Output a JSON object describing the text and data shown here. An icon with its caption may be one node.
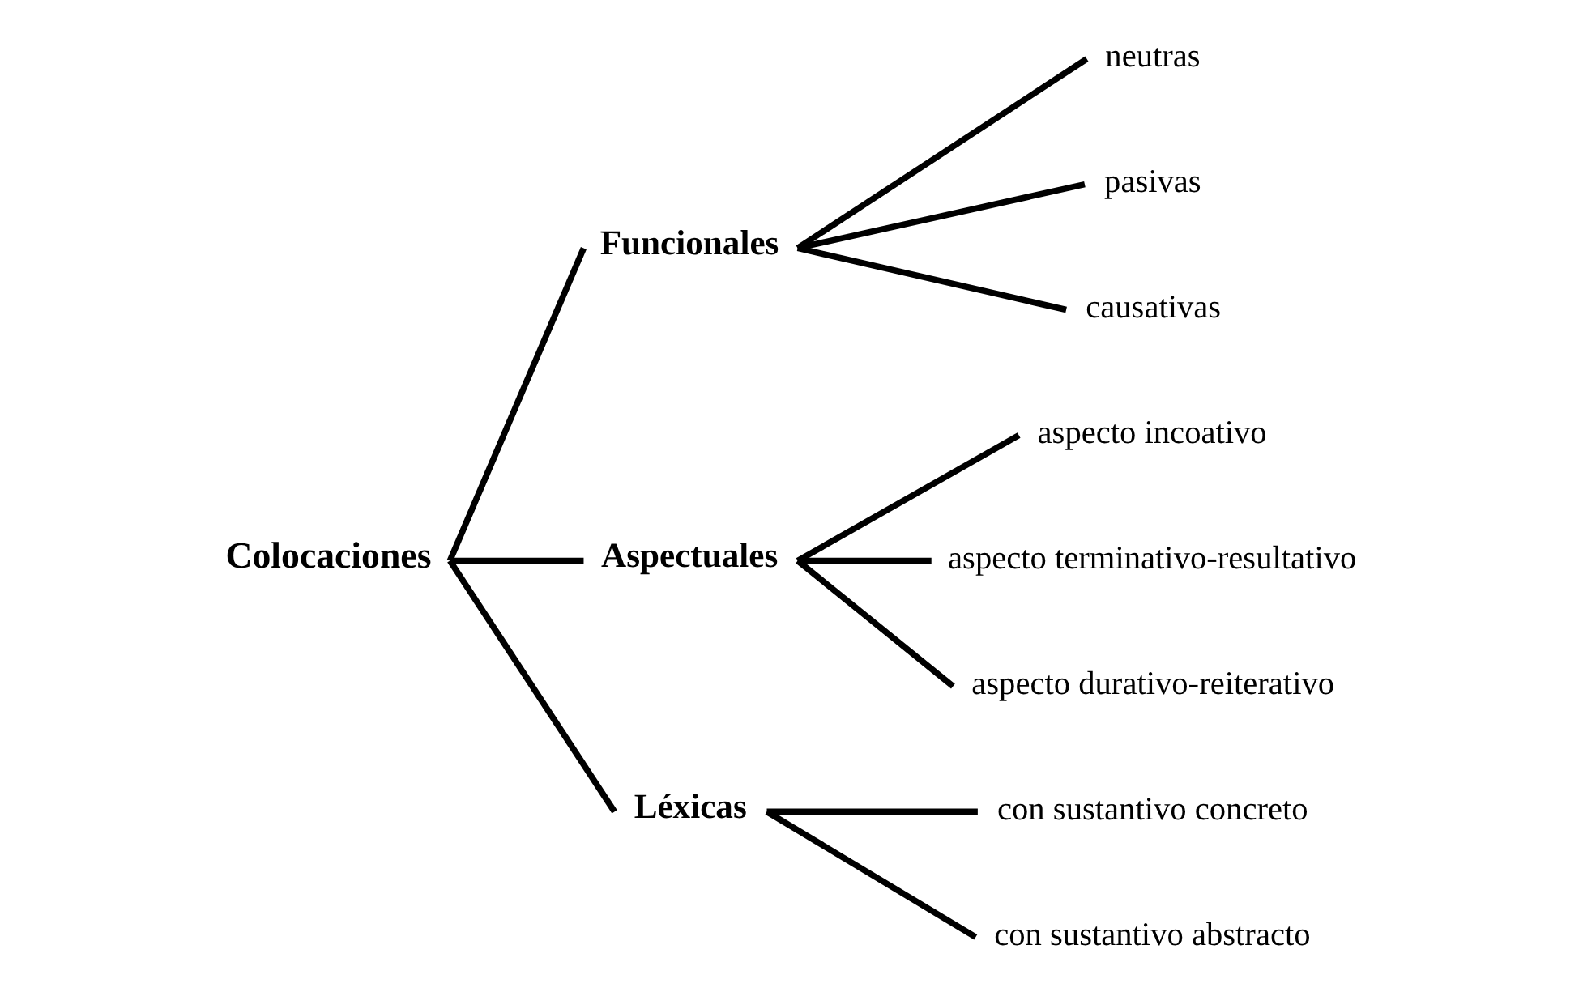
{
  "diagram": {
    "nodes": [
      {
        "text": [
          "Colocaciones"
        ]
      },
      {
        "text": [
          "Funcionales"
        ]
      },
      {
        "text": [
          "neutras"
        ]
      },
      {
        "text": [
          "pasivas"
        ]
      },
      {
        "text": [
          "causativas"
        ]
      },
      {
        "text": [
          "Aspectuales"
        ]
      },
      {
        "text": [
          "aspecto incoativo"
        ]
      },
      {
        "text": [
          "aspecto terminativo-resultativo"
        ]
      },
      {
        "text": [
          "aspecto durativo-reiterativo"
        ]
      },
      {
        "text": [
          "Léxicas"
        ]
      },
      {
        "text": [
          "con sustantivo concreto"
        ]
      },
      {
        "text": [
          "con sustantivo abstracto"
        ]
      }
    ],
    "edges": [
      {
        "from": 0,
        "to": 1,
        "arrow": "none"
      },
      {
        "from": 0,
        "to": 5,
        "arrow": "none"
      },
      {
        "from": 0,
        "to": 9,
        "arrow": "none"
      },
      {
        "from": 1,
        "to": 2,
        "arrow": "none"
      },
      {
        "from": 1,
        "to": 3,
        "arrow": "none"
      },
      {
        "from": 1,
        "to": 4,
        "arrow": "none"
      },
      {
        "from": 5,
        "to": 6,
        "arrow": "none"
      },
      {
        "from": 5,
        "to": 7,
        "arrow": "none"
      },
      {
        "from": 5,
        "to": 8,
        "arrow": "none"
      },
      {
        "from": 9,
        "to": 10,
        "arrow": "none"
      },
      {
        "from": 9,
        "to": 11,
        "arrow": "none"
      }
    ]
  }
}
